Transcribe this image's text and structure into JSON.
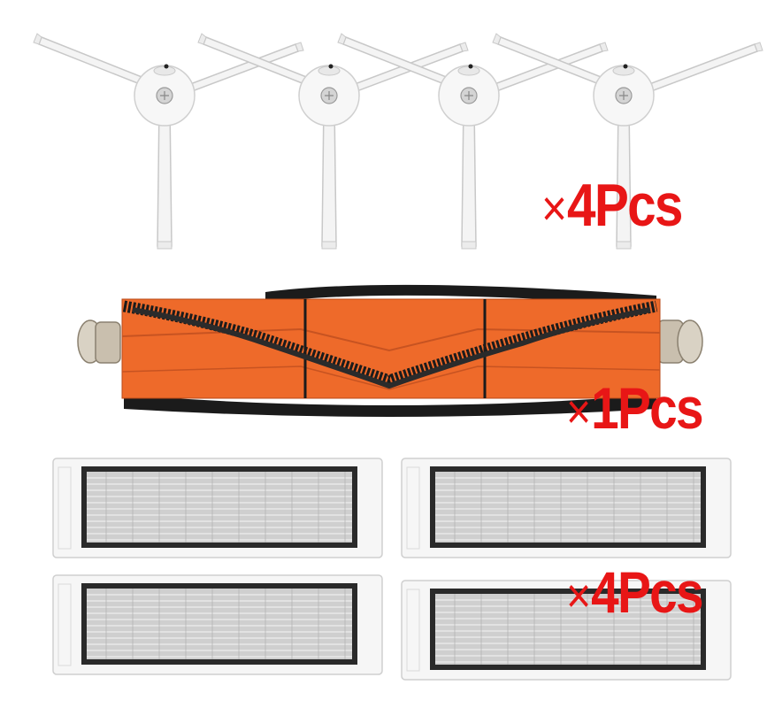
{
  "colors": {
    "quantity_text": "#e81616",
    "brush_white": "#f4f4f4",
    "roller_orange": "#ee6a2a",
    "bristle_black": "#1b1b1b",
    "filter_frame": "#f5f5f5",
    "filter_media": "#c9c9c9"
  },
  "products": {
    "side_brushes": {
      "icon": "side-brush-icon",
      "quantity_label": "4Pcs",
      "count": 4
    },
    "main_roller_brush": {
      "icon": "roller-brush-icon",
      "quantity_label": "1Pcs",
      "count": 1
    },
    "hepa_filters": {
      "icon": "filter-icon",
      "quantity_label": "4Pcs",
      "count": 4
    }
  },
  "multiplier_symbol": "×"
}
